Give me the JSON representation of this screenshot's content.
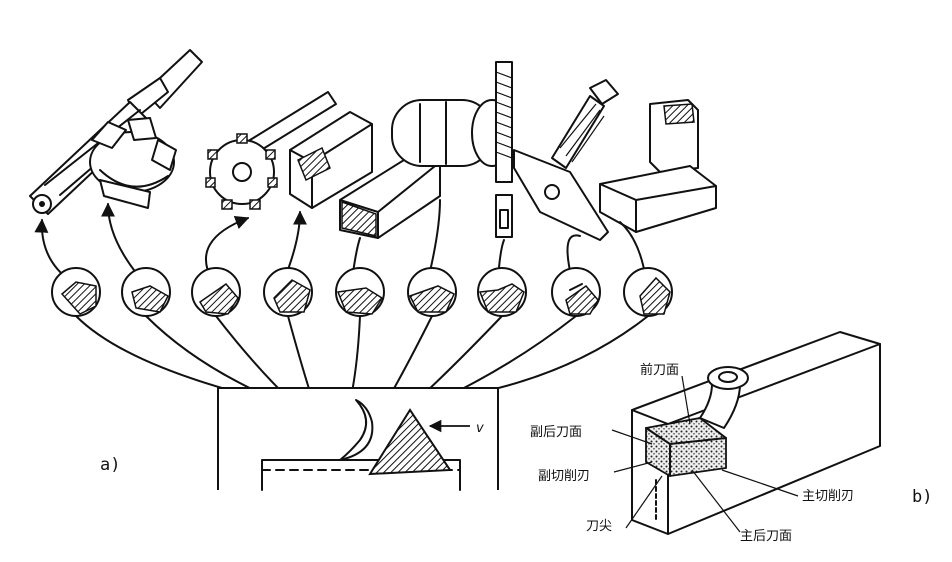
{
  "figure": {
    "label_a": "a)",
    "label_b": "b)",
    "velocity_symbol": "v"
  },
  "labels_b": {
    "rake_face": "前刀面",
    "minor_flank": "副后刀面",
    "minor_cutting_edge": "副切削刃",
    "tool_tip": "刀尖",
    "major_cutting_edge": "主切削刃",
    "major_flank": "主后刀面"
  },
  "colors": {
    "ink": "#111111",
    "paper": "#ffffff"
  }
}
